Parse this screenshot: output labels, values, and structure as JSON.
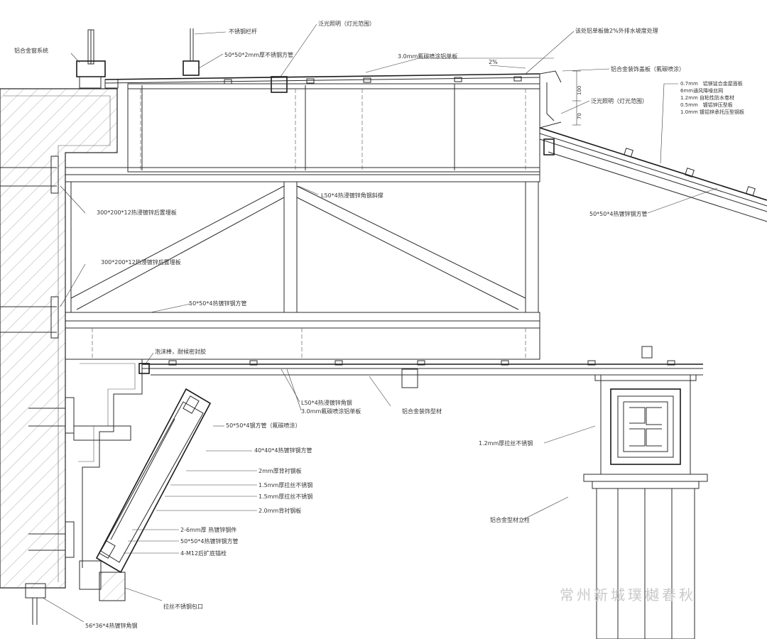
{
  "brand": "常州新城璞樾春秋",
  "labels": {
    "curtain_wall": "铝合金窗系统",
    "stainless_rail": "不锈钢栏杆",
    "stainless_tube": "50*50*2mm厚不锈钢方管",
    "floodlight_top": "泛光照明（灯光范围）",
    "slope_note": "该处铝单板做2%外排水坡度处理",
    "slope_pct": "2%",
    "alu_panel_main": "3.0mm氟碳喷涂铝单板",
    "alu_cover": "铝合金装饰盖板（氟碳喷涂）",
    "dim_100": "100",
    "dim_70": "70",
    "floodlight_side": "泛光照明（灯光范围）",
    "roof_layers": [
      "0.7mm　铝镁锰合金屋面板",
      "6mm通风降噪丝网",
      "1.2mm 自粘性防水卷材",
      "0.5mm　镀铝锌压型板",
      "1.0mm 镀铝锌承托压型钢板"
    ],
    "embed_1": "300*200*12热浸镀锌后置埋板",
    "brace": "L50*4热浸镀锌角钢斜撑",
    "tube_slope": "50*50*4热镀锌钢方管",
    "embed_2": "300*200*12热浸镀锌后置埋板",
    "tube_mid": "50*50*4热镀锌钢方管",
    "foam_seal": "泡沫棒，耐候密封胶",
    "angle_lower": "L50*4热浸镀锌角钢",
    "alu_panel_lower": "3.0mm氟碳喷涂铝单板",
    "alu_profile": "铝合金装饰型材",
    "tube_fluoro": "50*50*4钢方管（氟碳喷涂）",
    "tube_40": "40*40*4热镀锌钢方管",
    "sheet_2mm": "2mm厚背衬钢板",
    "stainless_15a": "1.5mm厚拉丝不锈钢",
    "stainless_15b": "1.5mm厚拉丝不锈钢",
    "sheet_20": "2.0mm背衬钢板",
    "stainless_12": "1.2mm厚拉丝不锈钢",
    "clip_26": "2-6mm厚 热镀锌钢件",
    "tube_5050": "50*50*4热镀锌钢方管",
    "anchor": "4-M12后扩底锚栓",
    "alu_post": "铝合金型材立柱",
    "stainless_wrap": "拉丝不锈钢包口",
    "angle_56": "56*36*4热镀锌角钢"
  }
}
